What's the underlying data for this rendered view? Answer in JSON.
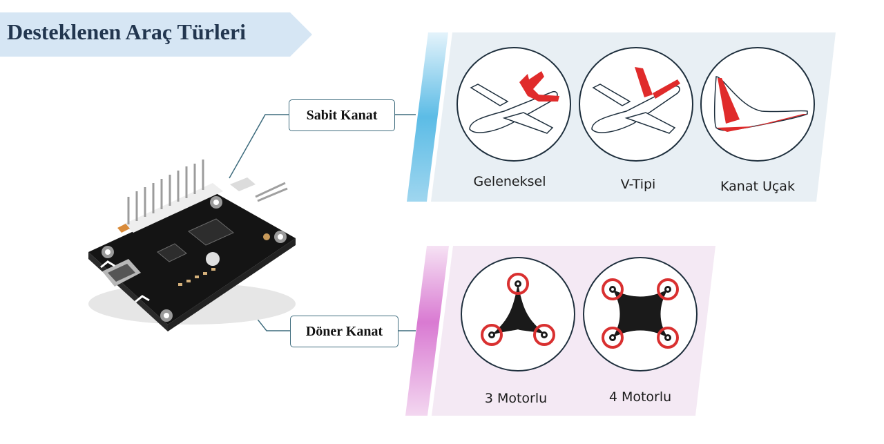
{
  "title": "Desteklenen Araç Türleri",
  "categories": [
    {
      "name": "Sabit Kanat",
      "items": [
        {
          "label": "Geleneksel",
          "icon": "conventional-airplane-icon"
        },
        {
          "label": "V-Tipi",
          "icon": "v-tail-airplane-icon"
        },
        {
          "label": "Kanat Uçak",
          "icon": "flying-wing-icon"
        }
      ]
    },
    {
      "name": "Döner Kanat",
      "items": [
        {
          "label": "3 Motorlu",
          "icon": "tricopter-icon"
        },
        {
          "label": "4 Motorlu",
          "icon": "quadcopter-icon"
        }
      ]
    }
  ],
  "colors": {
    "title_text": "#22364f",
    "title_banner": "#d6e6f4",
    "fixed_wing_panel": "#e8eff4",
    "fixed_wing_accent": "#6ec3e6",
    "rotary_wing_panel": "#f4e9f4",
    "rotary_wing_accent": "#d77fd0",
    "highlight_red": "#e02b2b",
    "connector_line": "#3d6b7d",
    "board": "#1a1a1a"
  }
}
